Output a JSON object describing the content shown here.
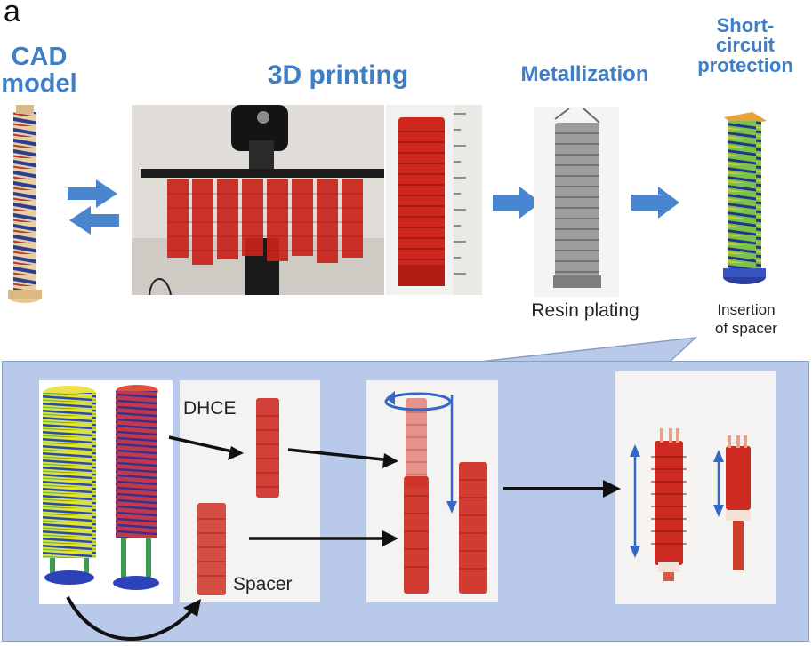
{
  "panel_label": "a",
  "steps": {
    "cad": "CAD\nmodel",
    "printing": "3D printing",
    "metallization": "Metallization",
    "protection": "Short-\ncircuit\nprotection"
  },
  "captions": {
    "resin_plating": "Resin plating",
    "insertion": "Insertion\nof spacer"
  },
  "inset_labels": {
    "dhce": "DHCE",
    "spacer": "Spacer"
  },
  "colors": {
    "title_blue": "#3d7ec6",
    "arrow_blue": "#4a86d0",
    "resin_red": "#d3241c",
    "panel_bg": "#b8c9ea"
  }
}
